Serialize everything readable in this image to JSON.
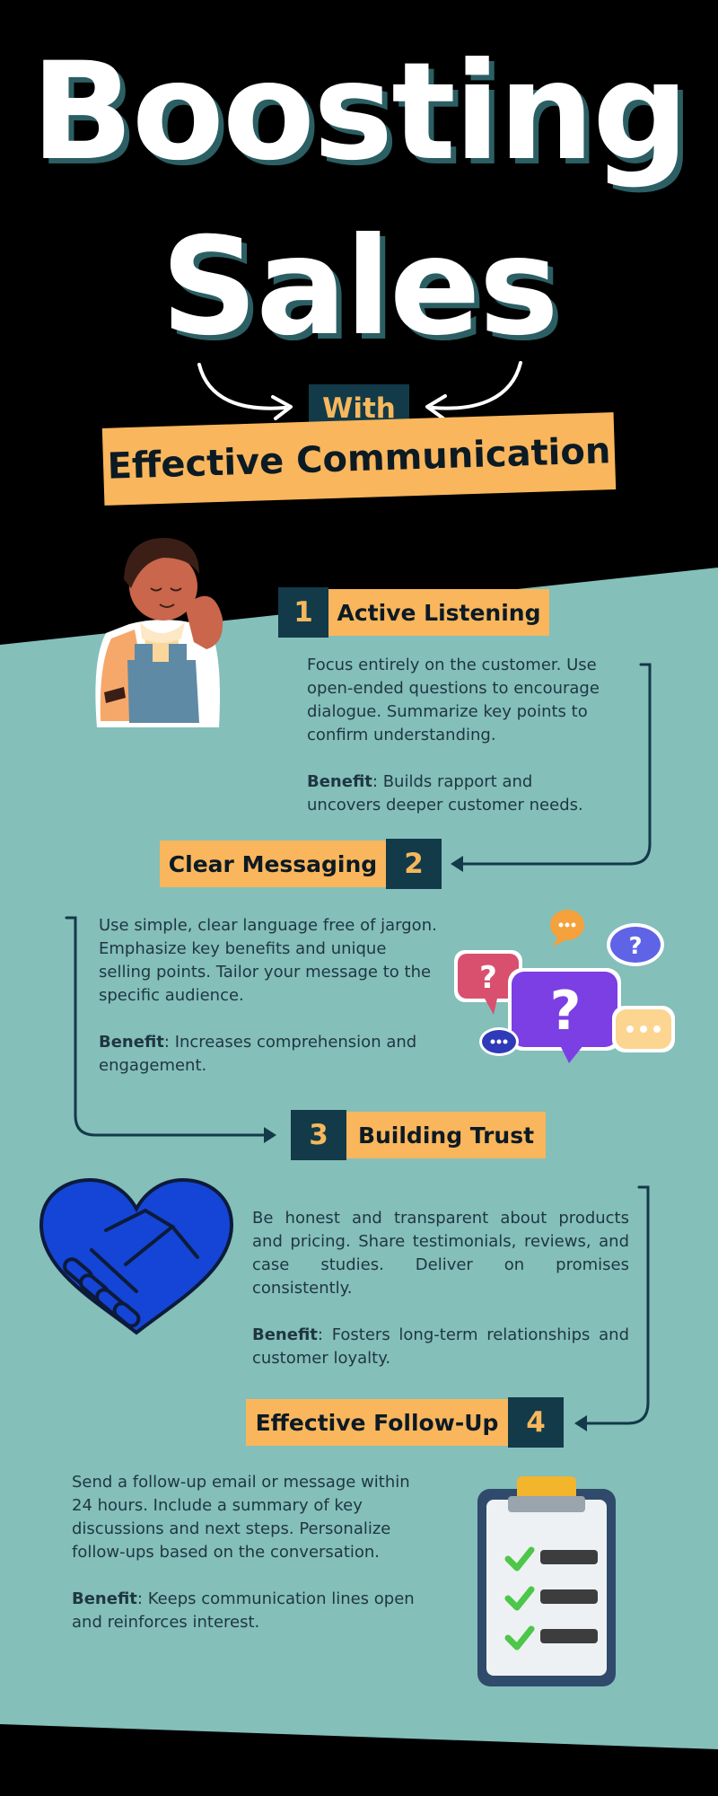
{
  "title": {
    "line1": "Boosting",
    "line2": "Sales",
    "with": "With",
    "subtitle": "Effective Communication"
  },
  "colors": {
    "teal": "#84bfba",
    "navy": "#133a49",
    "orange": "#f9b65c",
    "title_shadow": "#2b5f64",
    "black": "#000000"
  },
  "sections": [
    {
      "number": "1",
      "heading": "Active Listening",
      "body": "Focus entirely on the customer. Use open-ended questions to encourage dialogue. Summarize key points to confirm understanding.",
      "benefit_label": "Benefit",
      "benefit": ": Builds rapport and uncovers deeper customer needs.",
      "icon": "listening-person-icon"
    },
    {
      "number": "2",
      "heading": "Clear Messaging",
      "body": "Use simple, clear language free of jargon. Emphasize key benefits and unique selling points. Tailor your message to the specific audience.",
      "benefit_label": "Benefit",
      "benefit": ": Increases comprehension and engagement.",
      "icon": "speech-bubbles-icon"
    },
    {
      "number": "3",
      "heading": "Building Trust",
      "body": "Be honest and transparent about products and pricing. Share testimonials, reviews, and case studies. Deliver on promises consistently.",
      "benefit_label": "Benefit",
      "benefit": ": Fosters long-term relationships and customer loyalty.",
      "icon": "handshake-heart-icon"
    },
    {
      "number": "4",
      "heading": "Effective Follow-Up",
      "body": "Send a follow-up email or message within 24 hours. Include a summary of key discussions and next steps. Personalize follow-ups based on the conversation.",
      "benefit_label": "Benefit",
      "benefit": ": Keeps communication lines open and reinforces interest.",
      "icon": "clipboard-checklist-icon"
    }
  ]
}
